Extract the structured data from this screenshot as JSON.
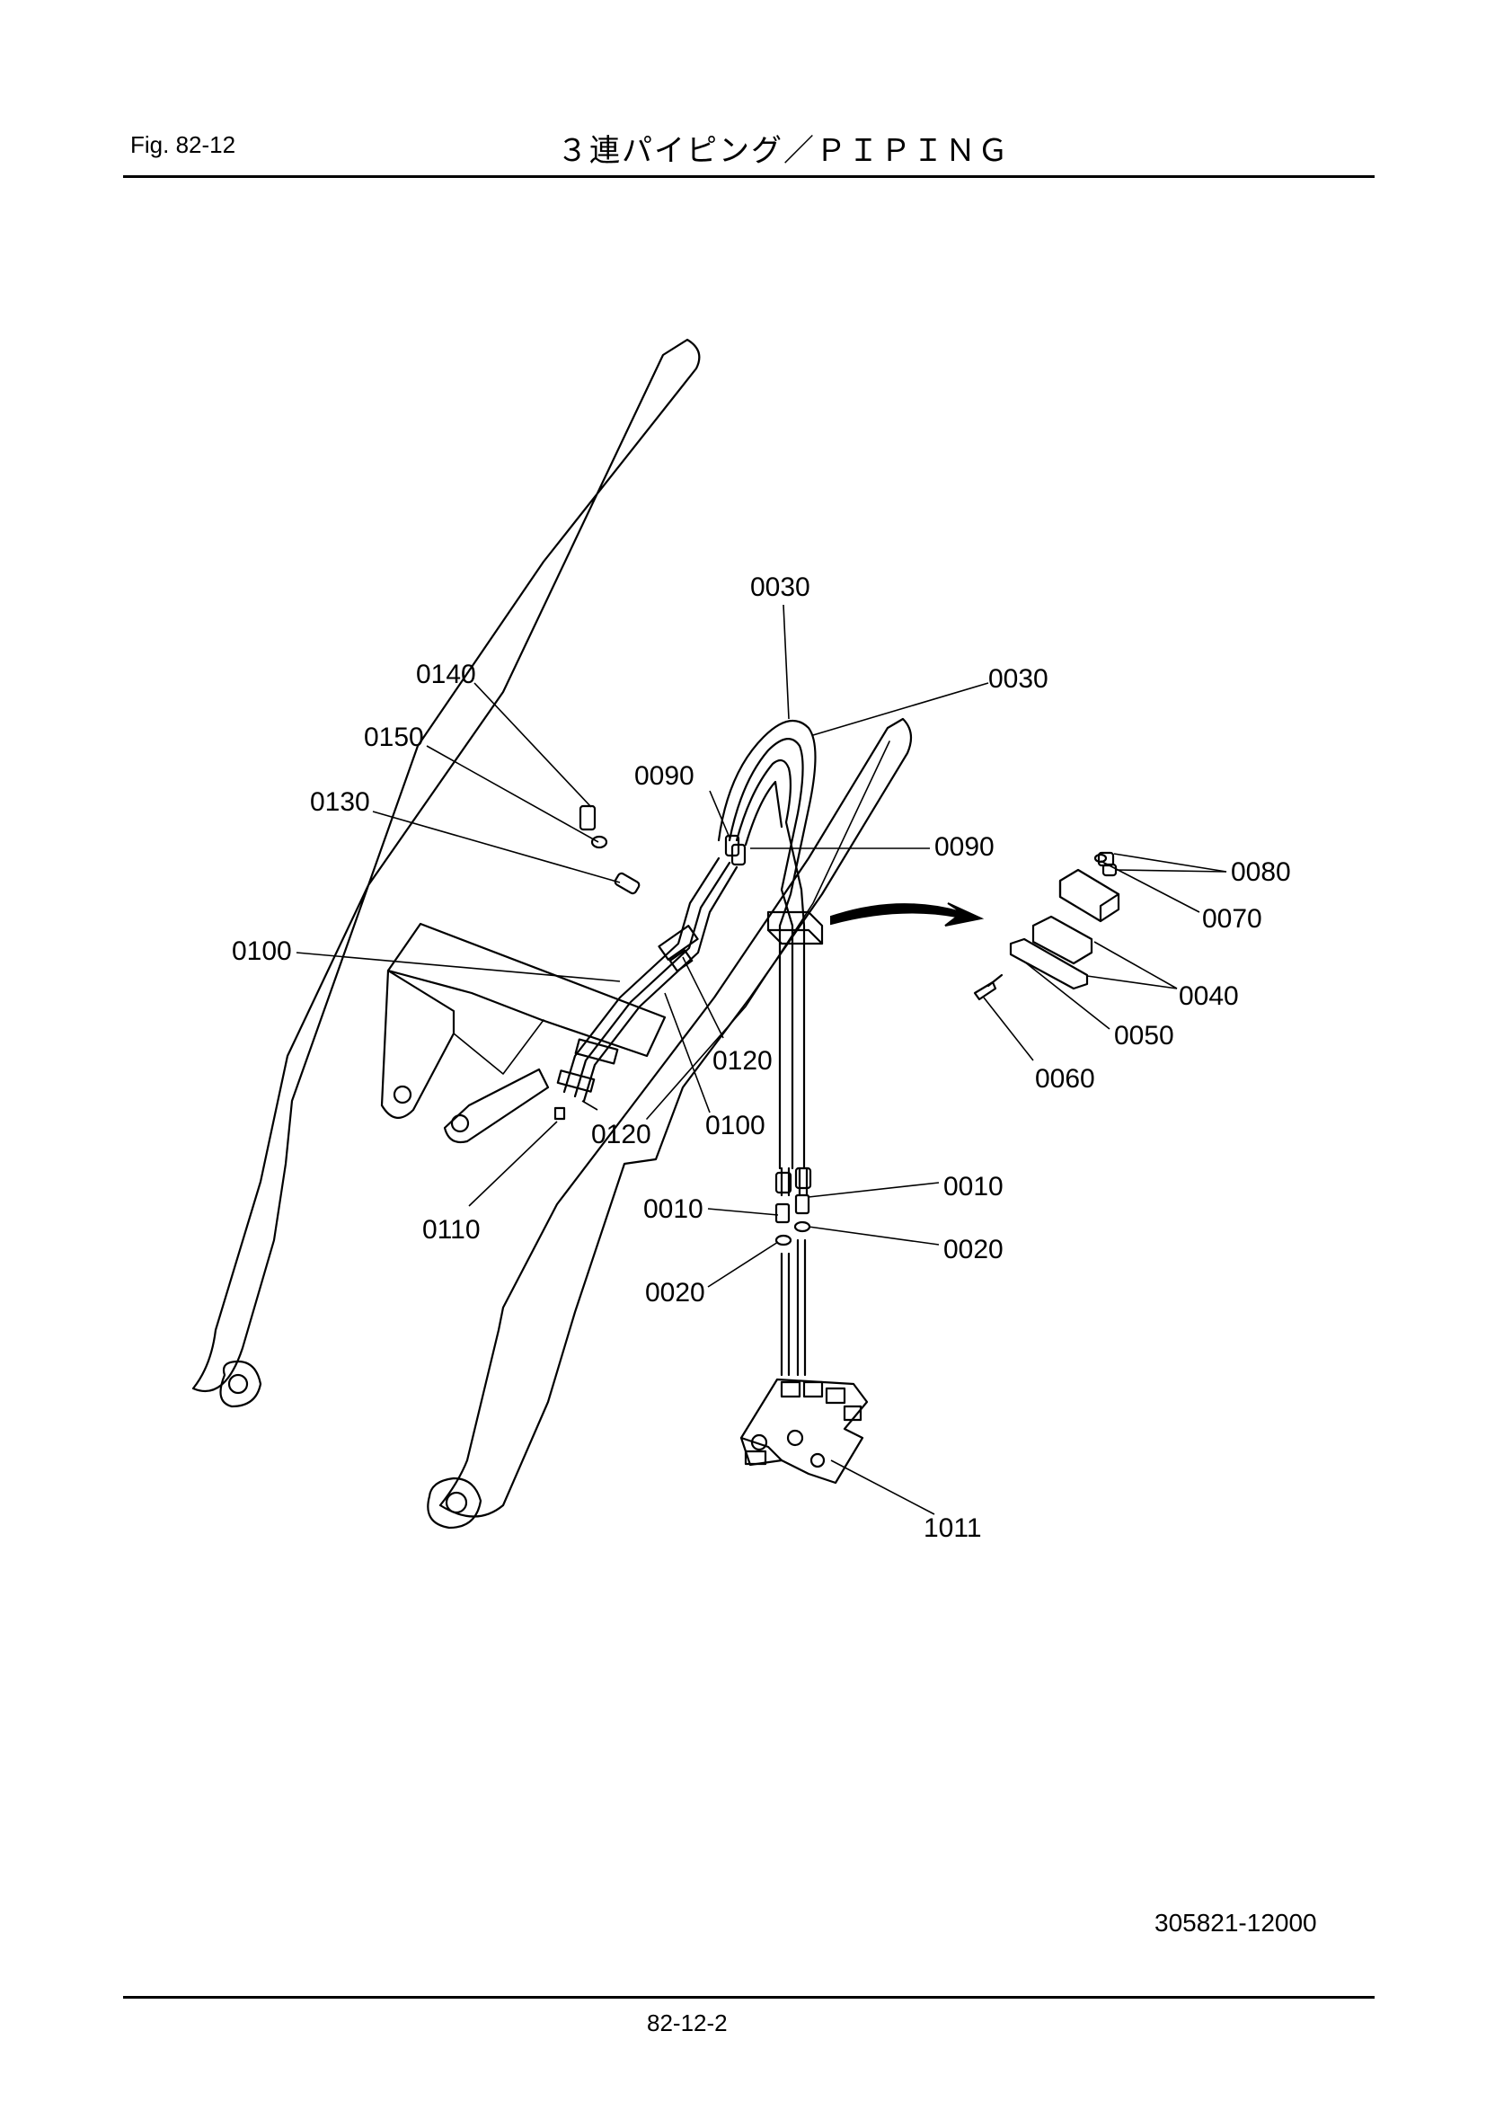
{
  "header": {
    "figure_number": "Fig.  82-12",
    "title": "３連パイピング／ＰＩＰＩＮＧ"
  },
  "drawing_number": "305821-12000",
  "page_number": "82-12-2",
  "callouts": [
    "0030",
    "0030",
    "0140",
    "0150",
    "0090",
    "0090",
    "0130",
    "0080",
    "0070",
    "0100",
    "0040",
    "0050",
    "0120",
    "0060",
    "0120",
    "0100",
    "0010",
    "0010",
    "0110",
    "0020",
    "0020",
    "1011"
  ]
}
